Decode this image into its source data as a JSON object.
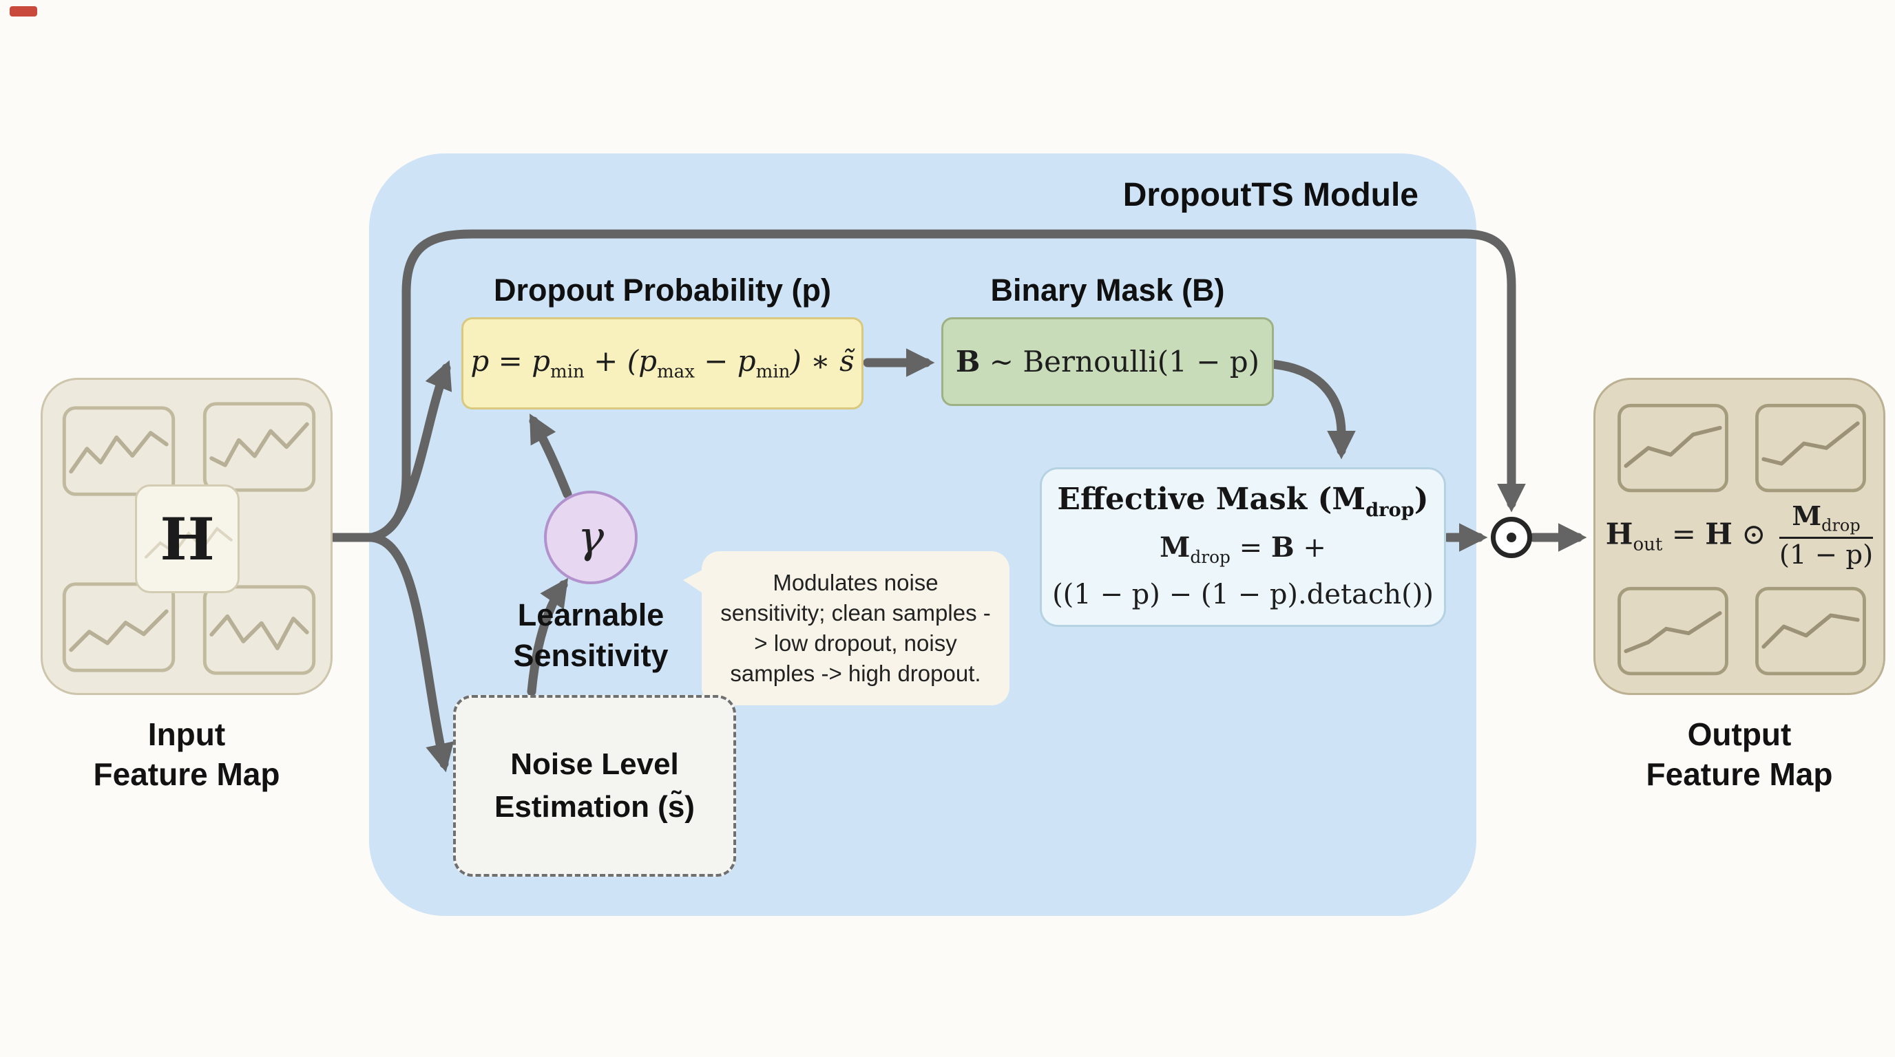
{
  "module": {
    "title": "DropoutTS Module"
  },
  "input": {
    "symbol": "H",
    "label_line1": "Input",
    "label_line2": "Feature Map"
  },
  "output": {
    "label_line1": "Output",
    "label_line2": "Feature Map",
    "formula": {
      "h": "H",
      "h_sub": "out",
      "eq": " = ",
      "h2": "H",
      "odot": " ⊙ ",
      "num_m": "M",
      "num_sub": "drop",
      "den": "(1 − p)"
    }
  },
  "dropout": {
    "title": "Dropout Probability (p)",
    "formula": {
      "t1": "p = p",
      "s1": "min",
      "t2": " + (p",
      "s2": "max",
      "t3": " − p",
      "s3": "min",
      "t4": ") ∗ s̃"
    }
  },
  "binary": {
    "title": "Binary Mask (B)",
    "formula": {
      "b": "B",
      "rest": " ∼ Bernoulli(1 − p)"
    }
  },
  "effective": {
    "title_pre": "Effective Mask (M",
    "title_sub": "drop",
    "title_post": ")",
    "line1_m": "M",
    "line1_sub": "drop",
    "line1_eq": " = ",
    "line1_b": "B",
    "line1_plus": " +",
    "line2": "((1 − p) − (1 − p).detach())"
  },
  "gamma": {
    "symbol": "γ",
    "label_line1": "Learnable",
    "label_line2": "Sensitivity"
  },
  "tooltip": {
    "text": "Modulates noise sensitivity; clean samples -> low dropout, noisy samples -> high dropout."
  },
  "noise": {
    "label_line1": "Noise Level",
    "label_line2": "Estimation (s̃)"
  },
  "icons": {
    "elementwise-multiply": "⊙"
  },
  "colors": {
    "module_bg": "#cee3f5",
    "dropout_box": "#f8f1bd",
    "binary_box": "#c9dcb9",
    "effective_box": "#ecf6fb",
    "gamma_circle": "#e7d7f0",
    "tooltip_bg": "#f8f4e9",
    "input_box": "#ede9dd",
    "output_box": "#e2d9c3",
    "arrow": "#646464",
    "corner_mark": "#c6392c"
  }
}
